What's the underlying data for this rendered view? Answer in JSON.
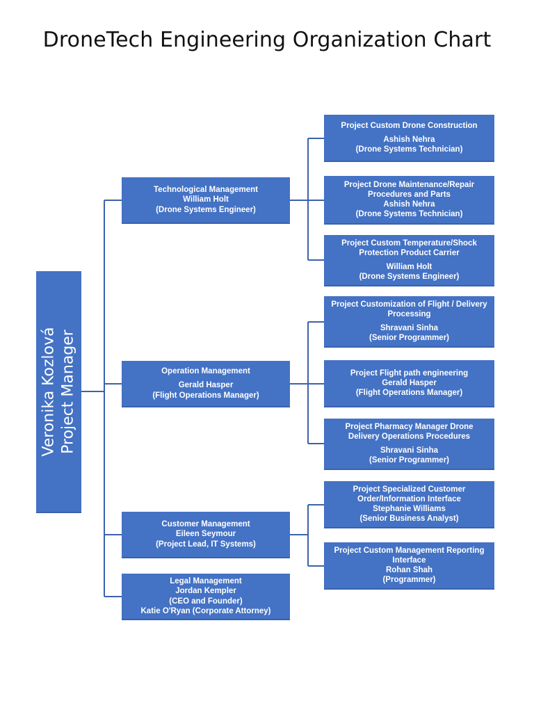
{
  "title": "DroneTech Engineering Organization Chart",
  "colors": {
    "box_fill": "#4472C4",
    "box_border_bottom": "#3A62AC",
    "connector": "#3A62AC",
    "text": "#FFFFFF",
    "title_text": "#111111",
    "background": "#FFFFFF"
  },
  "root": {
    "name": "Veronika Kozlová",
    "role": "Project Manager"
  },
  "branches": [
    {
      "manager": {
        "department": "Technological Management",
        "name": "William Holt",
        "role": "(Drone Systems Engineer)"
      },
      "projects": [
        {
          "title_lines": [
            "Project Custom Drone Construction"
          ],
          "gap_after_title": true,
          "name": "Ashish Nehra",
          "role": "(Drone Systems Technician)"
        },
        {
          "title_lines": [
            "Project Drone Maintenance/Repair",
            "Procedures and Parts"
          ],
          "gap_after_title": false,
          "name": "Ashish Nehra",
          "role": "(Drone Systems Technician)"
        },
        {
          "title_lines": [
            "Project Custom Temperature/Shock",
            "Protection Product Carrier"
          ],
          "gap_after_title": true,
          "name": "William Holt",
          "role": "(Drone Systems Engineer)"
        }
      ]
    },
    {
      "manager": {
        "department": "Operation Management",
        "name": "Gerald Hasper",
        "role": "(Flight Operations Manager)"
      },
      "projects": [
        {
          "title_lines": [
            "Project Customization of Flight / Delivery",
            "Processing"
          ],
          "gap_after_title": true,
          "name": "Shravani Sinha",
          "role": "(Senior Programmer)"
        },
        {
          "title_lines": [
            "Project Flight path engineering"
          ],
          "gap_after_title": false,
          "name": "Gerald Hasper",
          "role": "(Flight Operations Manager)"
        },
        {
          "title_lines": [
            "Project Pharmacy Manager Drone",
            "Delivery Operations Procedures"
          ],
          "gap_after_title": true,
          "name": "Shravani Sinha",
          "role": "(Senior Programmer)"
        }
      ]
    },
    {
      "manager": {
        "department": "Customer Management",
        "name": "Eileen Seymour",
        "role": "(Project Lead, IT Systems)"
      },
      "projects": [
        {
          "title_lines": [
            "Project Specialized Customer",
            "Order/Information Interface"
          ],
          "gap_after_title": false,
          "name": "Stephanie Williams",
          "role": "(Senior Business Analyst)"
        },
        {
          "title_lines": [
            "Project Custom Management Reporting",
            "Interface"
          ],
          "gap_after_title": false,
          "name": "Rohan Shah",
          "role": "(Programmer)"
        }
      ]
    },
    {
      "manager": {
        "department": "Legal Management",
        "name": "Jordan Kempler",
        "role": "(CEO and Founder)",
        "extra": "Katie O'Ryan (Corporate Attorney)"
      },
      "projects": []
    }
  ],
  "chart_data": {
    "type": "diagram",
    "diagram_type": "organization-chart",
    "title": "DroneTech Engineering Organization Chart",
    "orientation": "left-to-right",
    "levels": 3,
    "nodes": [
      {
        "id": "root",
        "level": 0,
        "label": "Veronika Kozlová — Project Manager"
      },
      {
        "id": "m1",
        "level": 1,
        "parent": "root",
        "label": "Technological Management — William Holt (Drone Systems Engineer)"
      },
      {
        "id": "m2",
        "level": 1,
        "parent": "root",
        "label": "Operation Management — Gerald Hasper (Flight Operations Manager)"
      },
      {
        "id": "m3",
        "level": 1,
        "parent": "root",
        "label": "Customer Management — Eileen Seymour (Project Lead, IT Systems)"
      },
      {
        "id": "m4",
        "level": 1,
        "parent": "root",
        "label": "Legal Management — Jordan Kempler (CEO and Founder), Katie O'Ryan (Corporate Attorney)"
      },
      {
        "id": "p1",
        "level": 2,
        "parent": "m1",
        "label": "Project Custom Drone Construction — Ashish Nehra (Drone Systems Technician)"
      },
      {
        "id": "p2",
        "level": 2,
        "parent": "m1",
        "label": "Project Drone Maintenance/Repair Procedures and Parts — Ashish Nehra (Drone Systems Technician)"
      },
      {
        "id": "p3",
        "level": 2,
        "parent": "m1",
        "label": "Project Custom Temperature/Shock Protection Product Carrier — William Holt (Drone Systems Engineer)"
      },
      {
        "id": "p4",
        "level": 2,
        "parent": "m2",
        "label": "Project Customization of Flight / Delivery Processing — Shravani Sinha (Senior Programmer)"
      },
      {
        "id": "p5",
        "level": 2,
        "parent": "m2",
        "label": "Project Flight path engineering — Gerald Hasper (Flight Operations Manager)"
      },
      {
        "id": "p6",
        "level": 2,
        "parent": "m2",
        "label": "Project Pharmacy Manager Drone Delivery Operations Procedures — Shravani Sinha (Senior Programmer)"
      },
      {
        "id": "p7",
        "level": 2,
        "parent": "m3",
        "label": "Project Specialized Customer Order/Information Interface — Stephanie Williams (Senior Business Analyst)"
      },
      {
        "id": "p8",
        "level": 2,
        "parent": "m3",
        "label": "Project Custom Management Reporting Interface — Rohan Shah (Programmer)"
      }
    ]
  }
}
